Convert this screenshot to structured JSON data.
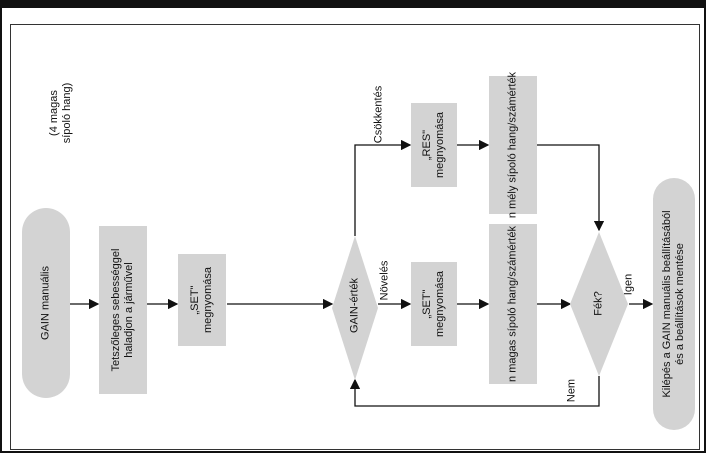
{
  "nodes": {
    "start": "GAIN manuális",
    "drive_line1": "Tetszőleges sebességgel",
    "drive_line2": "haladjon a járművel",
    "set1_line1": "„SET\"",
    "set1_line2": "megnyomása",
    "decision": "GAIN-érték",
    "res_line1": "„RES\"",
    "res_line2": "megnyomása",
    "set2_line1": "„SET\"",
    "set2_line2": "megnyomása",
    "low_tone": "n mély sípoló hang/számérték",
    "high_tone": "n magas sípoló hang/számérték",
    "brake": "Fék?",
    "end_line1": "Kilépés a GAIN manuális beállításából",
    "end_line2": "és a beállítások mentése"
  },
  "labels": {
    "note_line1": "(4 magas",
    "note_line2": "sípoló hang)",
    "decrease": "Csökkentés",
    "increase": "Növelés",
    "no": "Nem",
    "yes": "Igen"
  }
}
